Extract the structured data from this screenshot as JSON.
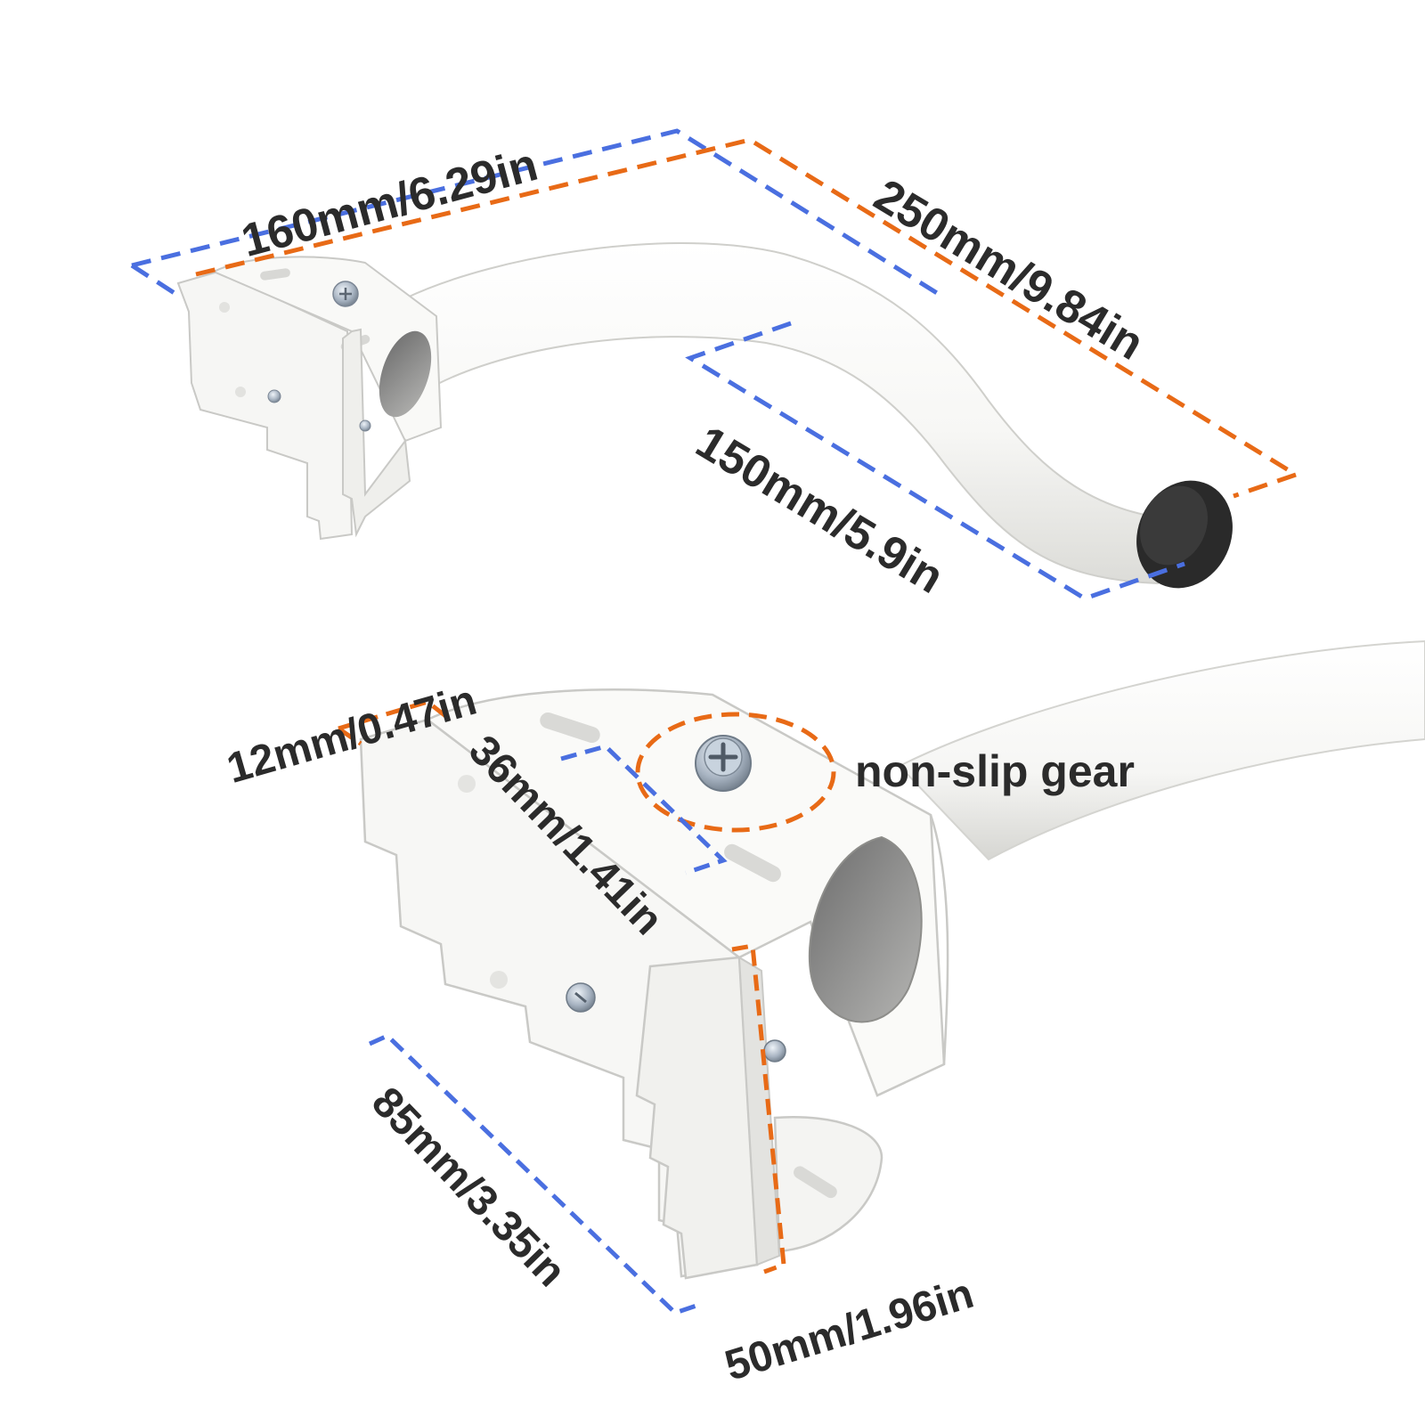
{
  "colors": {
    "dim_blue": "#4a6fe0",
    "dim_orange": "#e86a16",
    "text": "#2b2b2b",
    "metal": "#f4f4f2",
    "metal_edge": "#c9c9c6",
    "screw": "#9aa7b5",
    "end_cap": "#2a2a2a"
  },
  "annotations": {
    "length_top": "160mm/6.29in",
    "arm_total": "250mm/9.84in",
    "arm_reach": "150mm/5.9in",
    "plate_thickness": "12mm/0.47in",
    "slot_spacing": "36mm/1.41in",
    "plate_height": "85mm/3.35in",
    "plate_width": "50mm/1.96in",
    "gear_callout": "non-slip gear"
  },
  "icons": [
    "screw-icon",
    "end-cap-icon",
    "bracket-icon"
  ]
}
